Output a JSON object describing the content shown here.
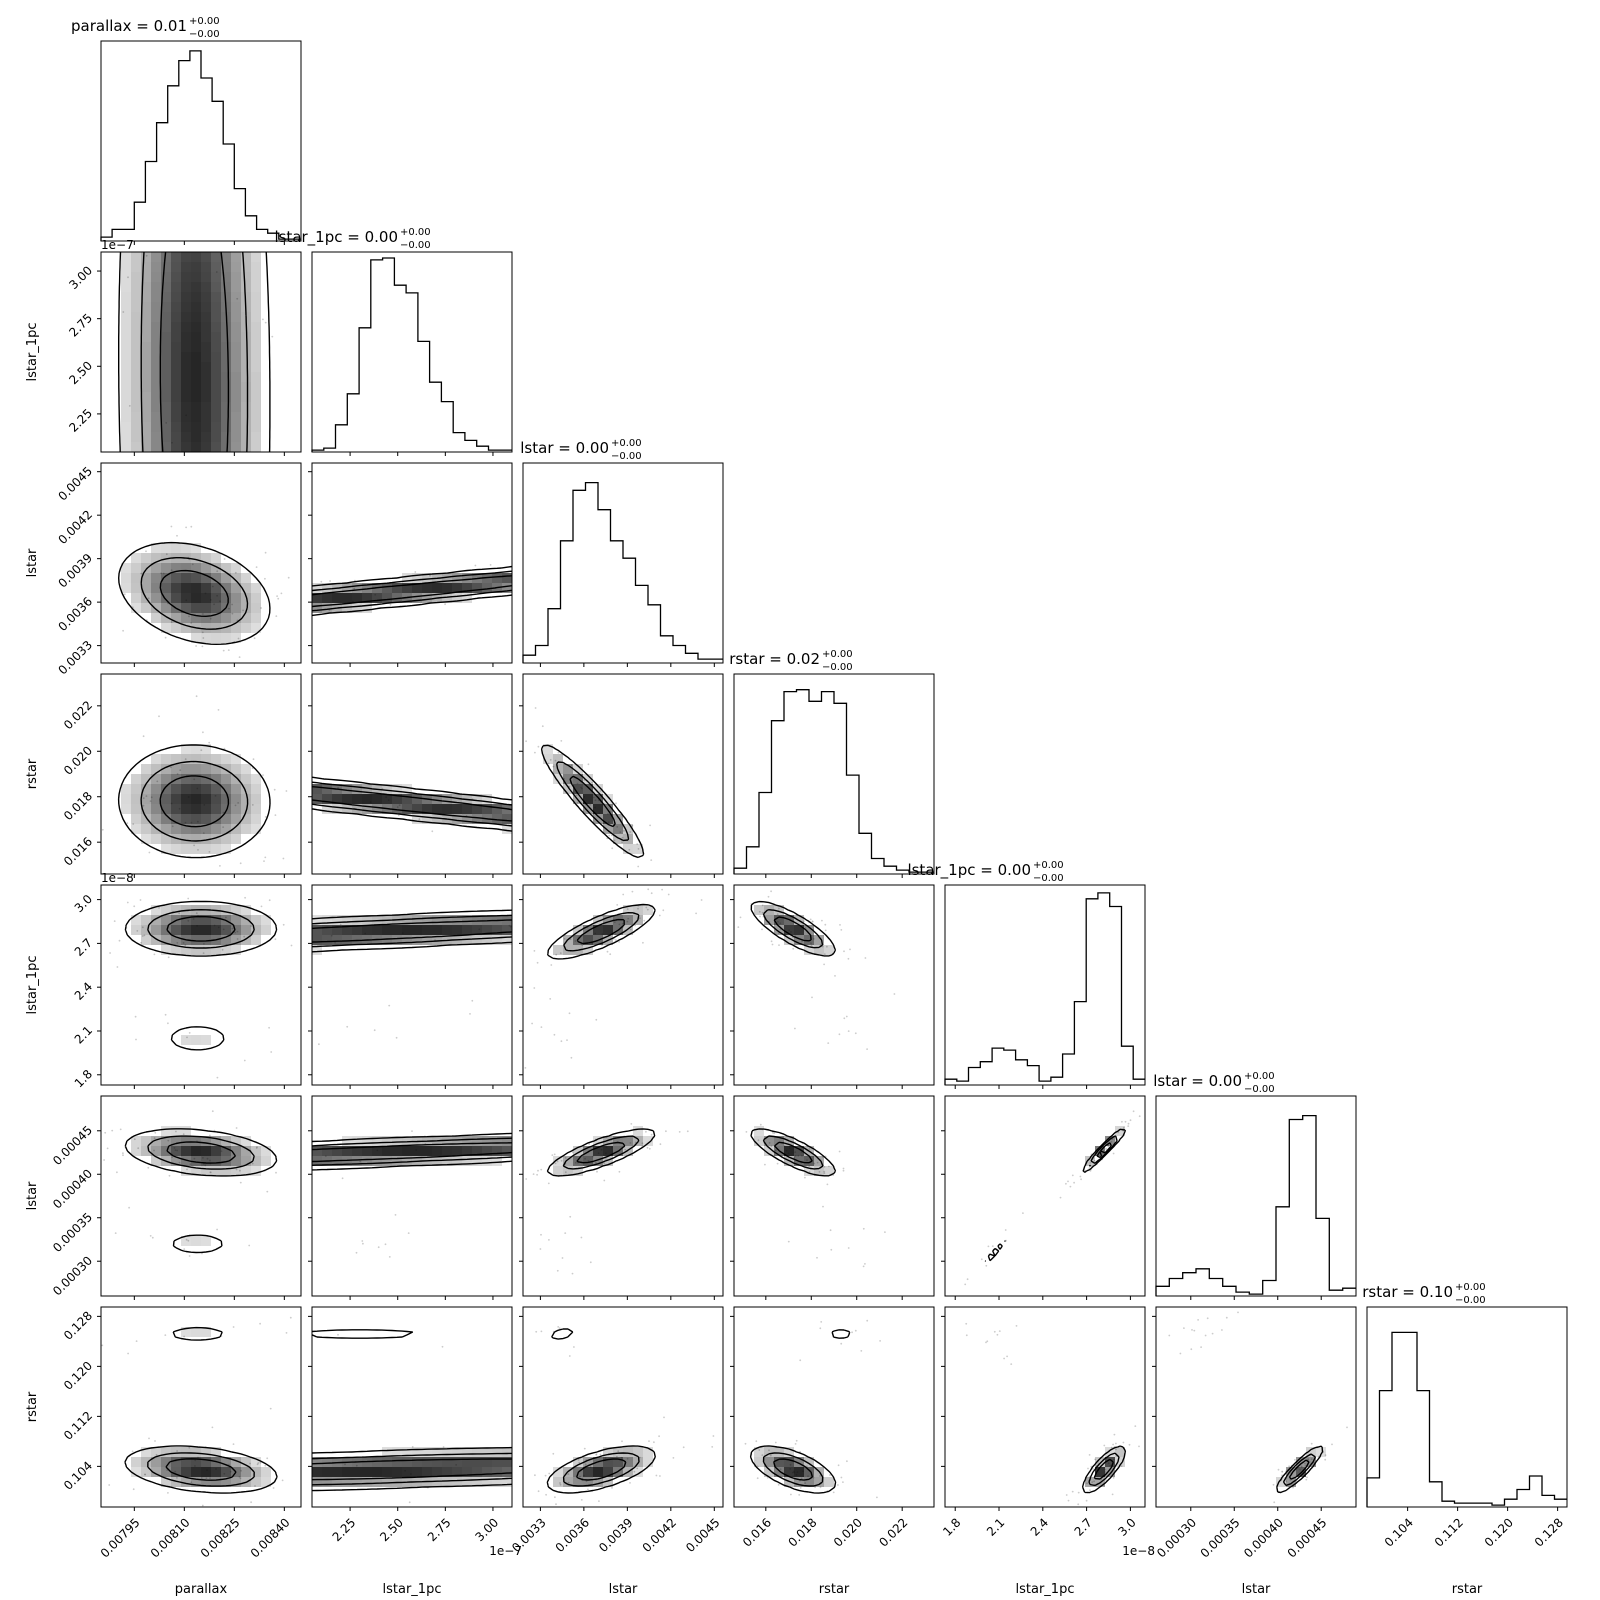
{
  "chart_data": {
    "type": "corner",
    "panels": [
      {
        "name": "parallax",
        "title_prefix": "parallax = ",
        "median": "0.01",
        "err_plus": "+0.00",
        "err_minus": "−0.00",
        "xlabel": "parallax",
        "ylabel": "",
        "range": [
          0.00785,
          0.00845
        ],
        "ticks": [
          0.00795,
          0.0081,
          0.00825,
          0.0084
        ],
        "tick_labels": [
          "0.00795",
          "0.00810",
          "0.00825",
          "0.00840"
        ],
        "offset_label": "",
        "hist": [
          0.02,
          0.06,
          0.06,
          0.2,
          0.41,
          0.61,
          0.8,
          0.93,
          0.98,
          0.84,
          0.72,
          0.5,
          0.27,
          0.13,
          0.06,
          0.04,
          0.01,
          0.01
        ]
      },
      {
        "name": "lstar_1pc",
        "title_prefix": "lstar_1pc = ",
        "median": "0.00",
        "err_plus": "+0.00",
        "err_minus": "−0.00",
        "xlabel": "lstar_1pc",
        "ylabel": "lstar_1pc",
        "range": [
          2.05e-07,
          3.1e-07
        ],
        "ticks": [
          2.25e-07,
          2.5e-07,
          2.75e-07,
          3e-07
        ],
        "tick_labels": [
          "2.25",
          "2.50",
          "2.75",
          "3.00"
        ],
        "offset_label": "1e−7",
        "hist": [
          0.01,
          0.02,
          0.14,
          0.3,
          0.64,
          0.99,
          1.0,
          0.86,
          0.82,
          0.57,
          0.36,
          0.26,
          0.1,
          0.06,
          0.03,
          0.01,
          0.01
        ]
      },
      {
        "name": "lstar",
        "title_prefix": "lstar = ",
        "median": "0.00",
        "err_plus": "+0.00",
        "err_minus": "−0.00",
        "xlabel": "lstar",
        "ylabel": "lstar",
        "range": [
          0.00318,
          0.00456
        ],
        "ticks": [
          0.0033,
          0.0036,
          0.0039,
          0.0042,
          0.0045
        ],
        "tick_labels": [
          "0.0033",
          "0.0036",
          "0.0039",
          "0.0042",
          "0.0045"
        ],
        "offset_label": "",
        "hist": [
          0.04,
          0.09,
          0.28,
          0.63,
          0.89,
          0.93,
          0.79,
          0.63,
          0.54,
          0.4,
          0.3,
          0.14,
          0.09,
          0.05,
          0.02,
          0.02
        ]
      },
      {
        "name": "rstar",
        "title_prefix": "rstar = ",
        "median": "0.02",
        "err_plus": "+0.00",
        "err_minus": "−0.00",
        "xlabel": "rstar",
        "ylabel": "rstar",
        "range": [
          0.0146,
          0.0234
        ],
        "ticks": [
          0.016,
          0.018,
          0.02,
          0.022
        ],
        "tick_labels": [
          "0.016",
          "0.018",
          "0.020",
          "0.022"
        ],
        "offset_label": "",
        "hist": [
          0.03,
          0.14,
          0.42,
          0.79,
          0.94,
          0.95,
          0.89,
          0.94,
          0.88,
          0.51,
          0.21,
          0.08,
          0.04,
          0.02,
          0.01,
          0.01
        ]
      },
      {
        "name": "lstar_1pc",
        "title_prefix": "lstar_1pc = ",
        "median": "0.00",
        "err_plus": "+0.00",
        "err_minus": "−0.00",
        "xlabel": "lstar_1pc",
        "ylabel": "lstar_1pc",
        "range": [
          1.73e-08,
          3.1e-08
        ],
        "ticks": [
          1.8e-08,
          2.1e-08,
          2.4e-08,
          2.7e-08,
          3e-08
        ],
        "tick_labels": [
          "1.8",
          "2.1",
          "2.4",
          "2.7",
          "3.0"
        ],
        "offset_label": "1e−8",
        "hist": [
          0.03,
          0.02,
          0.09,
          0.12,
          0.19,
          0.18,
          0.13,
          0.1,
          0.02,
          0.04,
          0.16,
          0.43,
          0.96,
          0.99,
          0.92,
          0.2,
          0.03
        ]
      },
      {
        "name": "lstar",
        "title_prefix": "lstar = ",
        "median": "0.00",
        "err_plus": "+0.00",
        "err_minus": "−0.00",
        "xlabel": "lstar",
        "ylabel": "lstar",
        "range": [
          0.00026,
          0.00049
        ],
        "ticks": [
          0.0003,
          0.00035,
          0.0004,
          0.00045
        ],
        "tick_labels": [
          "0.00030",
          "0.00035",
          "0.00040",
          "0.00045"
        ],
        "offset_label": "",
        "hist": [
          0.05,
          0.09,
          0.12,
          0.14,
          0.09,
          0.05,
          0.02,
          0.01,
          0.08,
          0.46,
          0.91,
          0.93,
          0.4,
          0.03,
          0.04
        ]
      },
      {
        "name": "rstar",
        "title_prefix": "rstar = ",
        "median": "0.10",
        "err_plus": "+0.00",
        "err_minus": "−0.00",
        "xlabel": "rstar",
        "ylabel": "rstar",
        "range": [
          0.0975,
          0.1295
        ],
        "ticks": [
          0.104,
          0.112,
          0.12,
          0.128
        ],
        "tick_labels": [
          "0.104",
          "0.112",
          "0.120",
          "0.128"
        ],
        "offset_label": "",
        "hist": [
          0.15,
          0.6,
          0.9,
          0.9,
          0.6,
          0.13,
          0.03,
          0.02,
          0.02,
          0.02,
          0.01,
          0.04,
          0.09,
          0.16,
          0.06,
          0.04
        ]
      }
    ],
    "pairs": [
      {
        "row": 1,
        "col": 0,
        "clusters": [
          {
            "cx": 0.00813,
            "cy": 2.43e-07,
            "sx": 0.00011,
            "sy": 1.25e-07,
            "rho": -0.05,
            "w": 1
          }
        ]
      },
      {
        "row": 2,
        "col": 0,
        "clusters": [
          {
            "cx": 0.00813,
            "cy": 0.00366,
            "sx": 0.00011,
            "sy": 0.00017,
            "rho": -0.3,
            "w": 1
          }
        ]
      },
      {
        "row": 2,
        "col": 1,
        "clusters": [
          {
            "cx": 2.43e-07,
            "cy": 0.00366,
            "sx": 1.25e-07,
            "sy": 0.00017,
            "rho": 0.96,
            "w": 1
          }
        ]
      },
      {
        "row": 3,
        "col": 0,
        "clusters": [
          {
            "cx": 0.00813,
            "cy": 0.0178,
            "sx": 0.00011,
            "sy": 0.0012,
            "rho": -0.02,
            "w": 1
          }
        ]
      },
      {
        "row": 3,
        "col": 1,
        "clusters": [
          {
            "cx": 2.43e-07,
            "cy": 0.0178,
            "sx": 1.25e-07,
            "sy": 0.0012,
            "rho": -0.96,
            "w": 1
          }
        ]
      },
      {
        "row": 3,
        "col": 2,
        "clusters": [
          {
            "cx": 0.00366,
            "cy": 0.0178,
            "sx": 0.00017,
            "sy": 0.0012,
            "rho": -0.93,
            "w": 1
          }
        ]
      },
      {
        "row": 4,
        "col": 0,
        "clusters": [
          {
            "cx": 0.00815,
            "cy": 2.8e-08,
            "sx": 0.00011,
            "sy": 9e-10,
            "rho": 0.0,
            "w": 0.85
          },
          {
            "cx": 0.00814,
            "cy": 2.05e-08,
            "sx": 9e-05,
            "sy": 9e-10,
            "rho": 0.0,
            "w": 0.15
          }
        ]
      },
      {
        "row": 4,
        "col": 1,
        "clusters": [
          {
            "cx": 2.45e-07,
            "cy": 2.78e-08,
            "sx": 1.2e-07,
            "sy": 9e-10,
            "rho": 0.8,
            "w": 0.85
          },
          {
            "cx": 2.3e-07,
            "cy": 2.07e-08,
            "sx": 5e-08,
            "sy": 8e-10,
            "rho": 0.1,
            "w": 0.15
          }
        ]
      },
      {
        "row": 4,
        "col": 2,
        "clusters": [
          {
            "cx": 0.00372,
            "cy": 2.78e-08,
            "sx": 0.00018,
            "sy": 9e-10,
            "rho": 0.8,
            "w": 0.85
          },
          {
            "cx": 0.00345,
            "cy": 2.08e-08,
            "sx": 0.0001,
            "sy": 8e-10,
            "rho": 0.0,
            "w": 0.15
          }
        ]
      },
      {
        "row": 4,
        "col": 3,
        "clusters": [
          {
            "cx": 0.0172,
            "cy": 2.8e-08,
            "sx": 0.0009,
            "sy": 9e-10,
            "rho": -0.8,
            "w": 0.85
          },
          {
            "cx": 0.0193,
            "cy": 2.07e-08,
            "sx": 0.0007,
            "sy": 8e-10,
            "rho": -0.3,
            "w": 0.15
          }
        ]
      },
      {
        "row": 5,
        "col": 0,
        "clusters": [
          {
            "cx": 0.00815,
            "cy": 0.000425,
            "sx": 0.00011,
            "sy": 1.3e-05,
            "rho": -0.3,
            "w": 0.85
          },
          {
            "cx": 0.00814,
            "cy": 0.00032,
            "sx": 9e-05,
            "sy": 1.2e-05,
            "rho": 0.0,
            "w": 0.15
          }
        ]
      },
      {
        "row": 5,
        "col": 1,
        "clusters": [
          {
            "cx": 2.45e-07,
            "cy": 0.000425,
            "sx": 1.2e-07,
            "sy": 1.3e-05,
            "rho": 0.8,
            "w": 0.85
          },
          {
            "cx": 2.3e-07,
            "cy": 0.00032,
            "sx": 5e-08,
            "sy": 1.2e-05,
            "rho": 0.1,
            "w": 0.15
          }
        ]
      },
      {
        "row": 5,
        "col": 2,
        "clusters": [
          {
            "cx": 0.00372,
            "cy": 0.000425,
            "sx": 0.00018,
            "sy": 1.3e-05,
            "rho": 0.8,
            "w": 0.85
          },
          {
            "cx": 0.00345,
            "cy": 0.00032,
            "sx": 0.0001,
            "sy": 1.2e-05,
            "rho": 0.0,
            "w": 0.15
          }
        ]
      },
      {
        "row": 5,
        "col": 3,
        "clusters": [
          {
            "cx": 0.0172,
            "cy": 0.000425,
            "sx": 0.0009,
            "sy": 1.3e-05,
            "rho": -0.8,
            "w": 0.85
          },
          {
            "cx": 0.0193,
            "cy": 0.00032,
            "sx": 0.0007,
            "sy": 1.2e-05,
            "rho": -0.3,
            "w": 0.15
          }
        ]
      },
      {
        "row": 5,
        "col": 4,
        "clusters": [
          {
            "cx": 2.82e-08,
            "cy": 0.000428,
            "sx": 7e-10,
            "sy": 1.2e-05,
            "rho": 0.97,
            "w": 0.85
          },
          {
            "cx": 2.07e-08,
            "cy": 0.00031,
            "sx": 8e-10,
            "sy": 1.5e-05,
            "rho": 0.95,
            "w": 0.15
          }
        ]
      },
      {
        "row": 6,
        "col": 0,
        "clusters": [
          {
            "cx": 0.00815,
            "cy": 0.1035,
            "sx": 0.00011,
            "sy": 0.0018,
            "rho": -0.3,
            "w": 0.85
          },
          {
            "cx": 0.00814,
            "cy": 0.1252,
            "sx": 9e-05,
            "sy": 0.0012,
            "rho": 0.0,
            "w": 0.15
          }
        ]
      },
      {
        "row": 6,
        "col": 1,
        "clusters": [
          {
            "cx": 2.45e-07,
            "cy": 0.1035,
            "sx": 1.2e-07,
            "sy": 0.0018,
            "rho": 0.6,
            "w": 0.85
          },
          {
            "cx": 2.3e-07,
            "cy": 0.1252,
            "sx": 5e-08,
            "sy": 0.0012,
            "rho": 0.0,
            "w": 0.15
          }
        ]
      },
      {
        "row": 6,
        "col": 2,
        "clusters": [
          {
            "cx": 0.00372,
            "cy": 0.1035,
            "sx": 0.00018,
            "sy": 0.0018,
            "rho": 0.6,
            "w": 0.85
          },
          {
            "cx": 0.00345,
            "cy": 0.1252,
            "sx": 0.0001,
            "sy": 0.0012,
            "rho": 0.4,
            "w": 0.15
          }
        ]
      },
      {
        "row": 6,
        "col": 3,
        "clusters": [
          {
            "cx": 0.0172,
            "cy": 0.1035,
            "sx": 0.0009,
            "sy": 0.0018,
            "rho": -0.6,
            "w": 0.85
          },
          {
            "cx": 0.0193,
            "cy": 0.1252,
            "sx": 0.0007,
            "sy": 0.0012,
            "rho": 0.0,
            "w": 0.15
          }
        ]
      },
      {
        "row": 6,
        "col": 4,
        "clusters": [
          {
            "cx": 2.82e-08,
            "cy": 0.1035,
            "sx": 7e-10,
            "sy": 0.0018,
            "rho": 0.8,
            "w": 0.85
          },
          {
            "cx": 2.05e-08,
            "cy": 0.1252,
            "sx": 8e-10,
            "sy": 0.0012,
            "rho": -0.3,
            "w": 0.15
          }
        ]
      },
      {
        "row": 6,
        "col": 5,
        "clusters": [
          {
            "cx": 0.000425,
            "cy": 0.1035,
            "sx": 1.3e-05,
            "sy": 0.0018,
            "rho": 0.9,
            "w": 0.85
          },
          {
            "cx": 0.00031,
            "cy": 0.1252,
            "sx": 1.2e-05,
            "sy": 0.0012,
            "rho": 0.6,
            "w": 0.15
          }
        ]
      }
    ],
    "grid": false,
    "colors": {
      "line": "#000000",
      "density": "#000000",
      "points": "#9a9a9a"
    }
  }
}
